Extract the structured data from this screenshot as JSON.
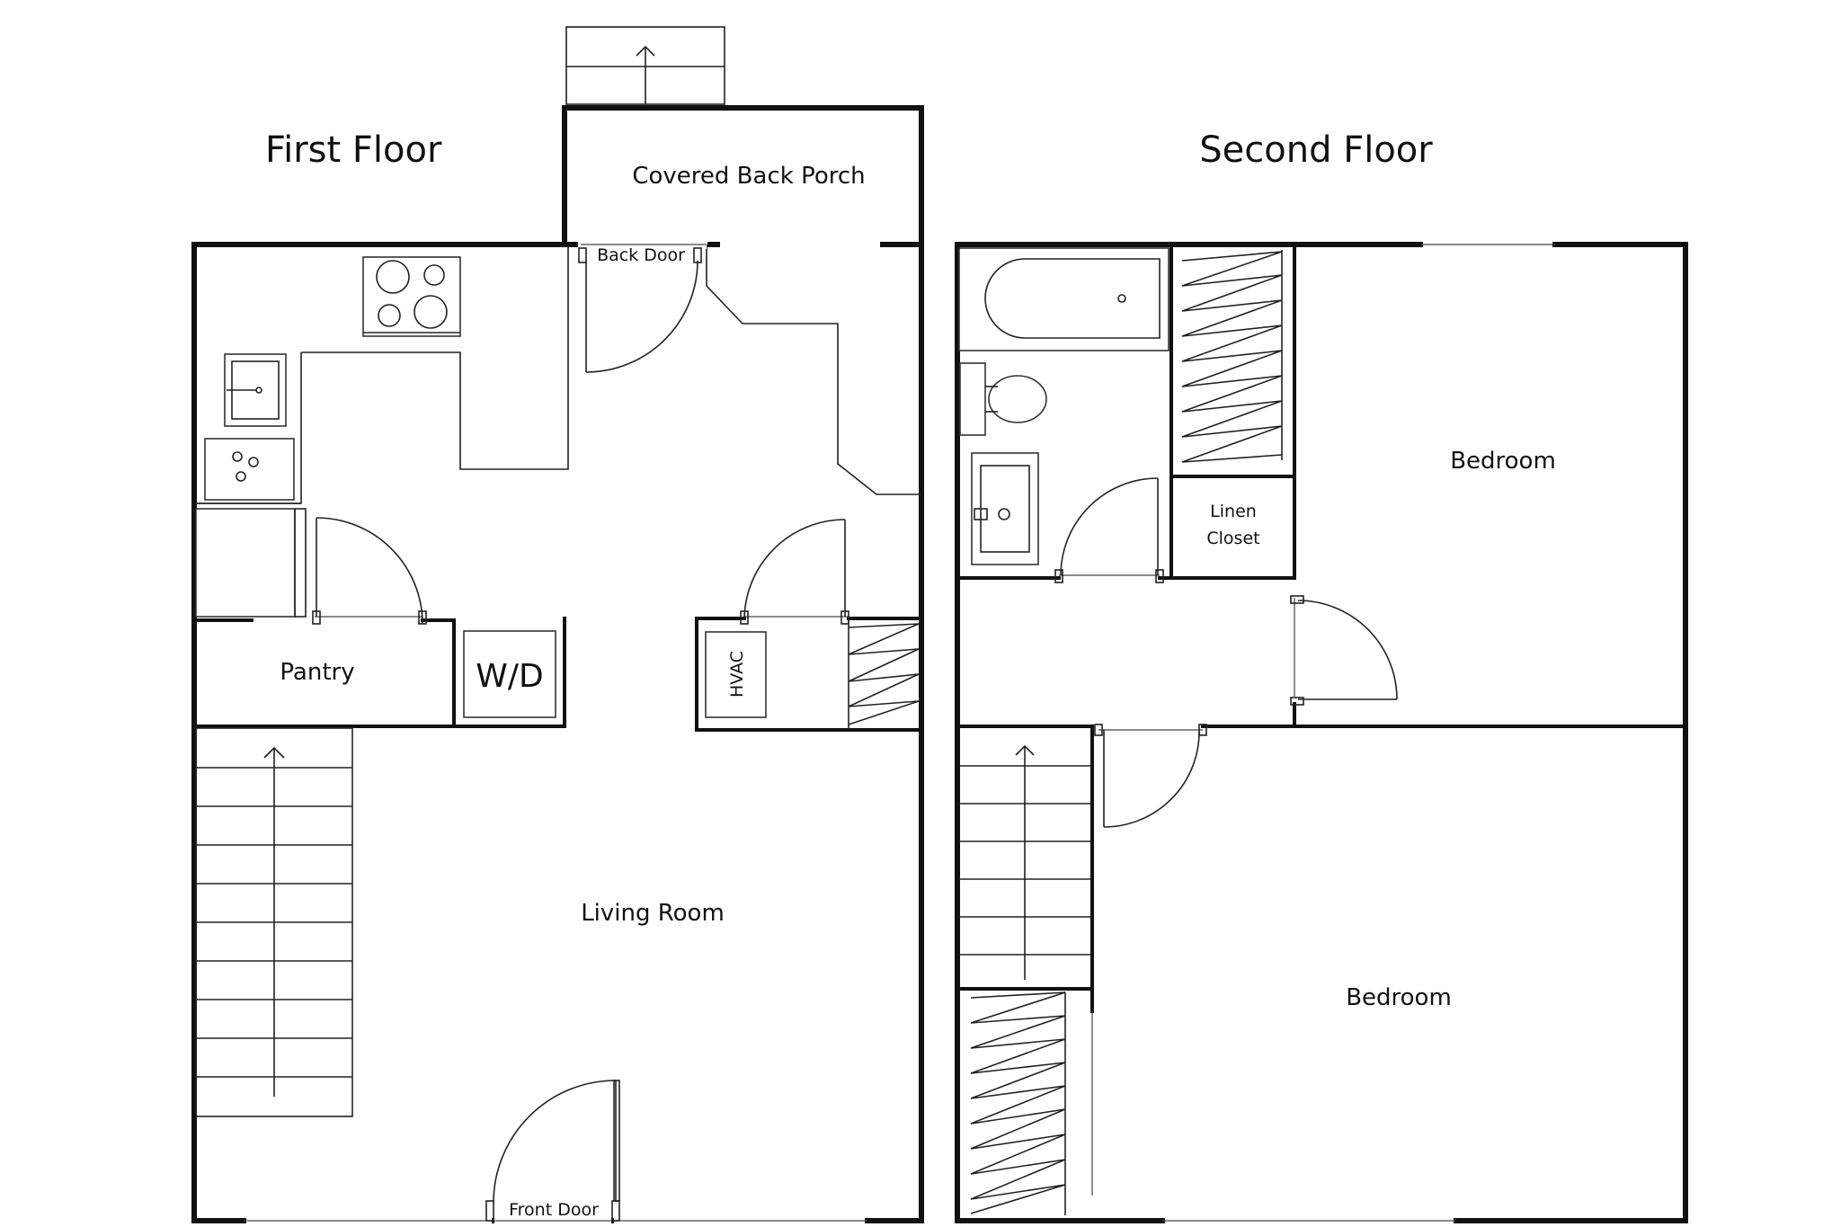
{
  "floors": {
    "first": {
      "title": "First Floor",
      "labels": {
        "porch": "Covered Back Porch",
        "back_door": "Back Door",
        "pantry": "Pantry",
        "washer_dryer": "W/D",
        "hvac": "HVAC",
        "living_room": "Living Room",
        "front_door": "Front Door"
      }
    },
    "second": {
      "title": "Second Floor",
      "labels": {
        "bedroom_upper": "Bedroom",
        "linen_closet_line1": "Linen",
        "linen_closet_line2": "Closet",
        "bedroom_lower": "Bedroom"
      }
    }
  },
  "icons": {
    "stairs_arrow": "arrow-up",
    "porch_steps_arrow": "arrow-up"
  }
}
